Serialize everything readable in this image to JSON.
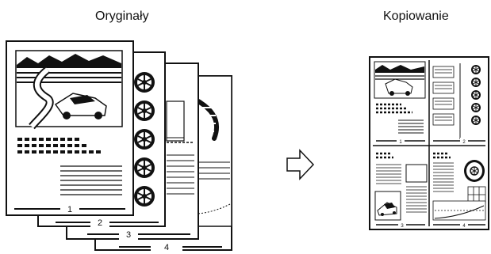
{
  "labels": {
    "originals": "Oryginały",
    "copying": "Kopiowanie"
  },
  "page_numbers": [
    "1",
    "2",
    "3",
    "4"
  ],
  "icons": [
    "original-pages-icon",
    "right-arrow-icon",
    "copy-result-icon"
  ],
  "colors": {
    "ink": "#111111",
    "paper": "#ffffff"
  }
}
